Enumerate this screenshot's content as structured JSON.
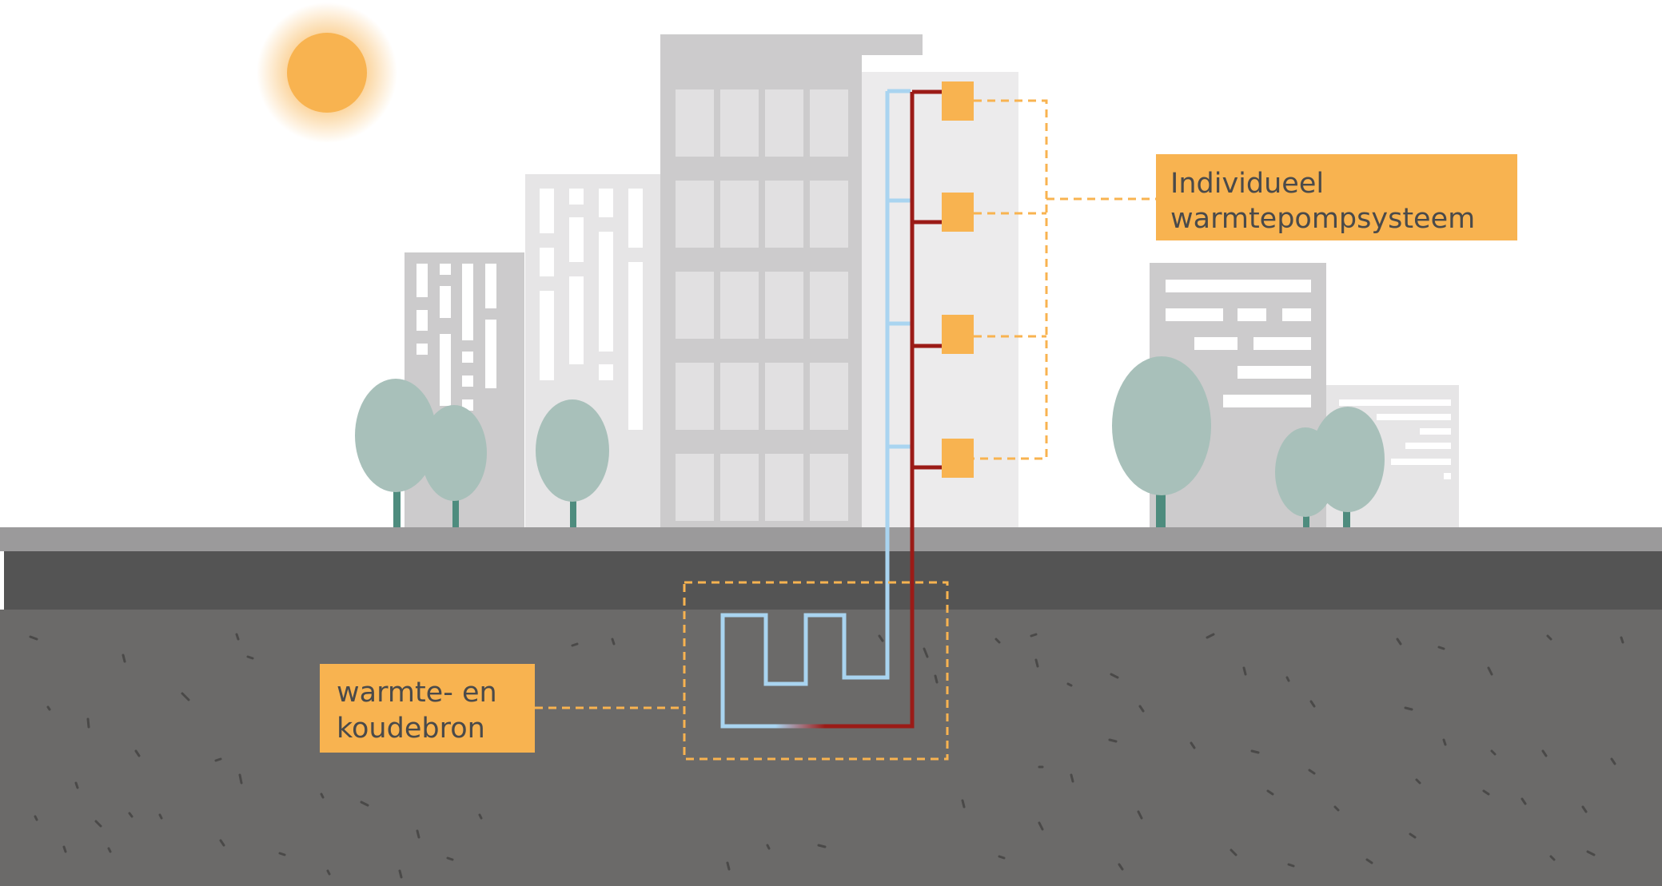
{
  "labels": {
    "heat_pump_line1": "Individueel",
    "heat_pump_line2": "warmtepompsysteem",
    "source_line1": "warmte- en",
    "source_line2": "koudebron"
  },
  "colors": {
    "sun": "#F8B350",
    "label_bg": "#F8B350",
    "building_gray": "#CCCBCC",
    "building_light": "#E6E5E6",
    "window_white": "#FFFFFF",
    "tree_canopy": "#A8C0BA",
    "tree_trunk": "#4E8C7E",
    "street": "#9B9A9B",
    "asphalt": "#545454",
    "soil": "#6B6A69",
    "pipe_cold": "#A9D4F0",
    "pipe_hot": "#9B1B17",
    "dashed_connector": "#F8B350"
  },
  "icons": [
    "sun-icon",
    "tree-icon",
    "heat-pump-unit-icon"
  ],
  "heat_pump_units": 4
}
